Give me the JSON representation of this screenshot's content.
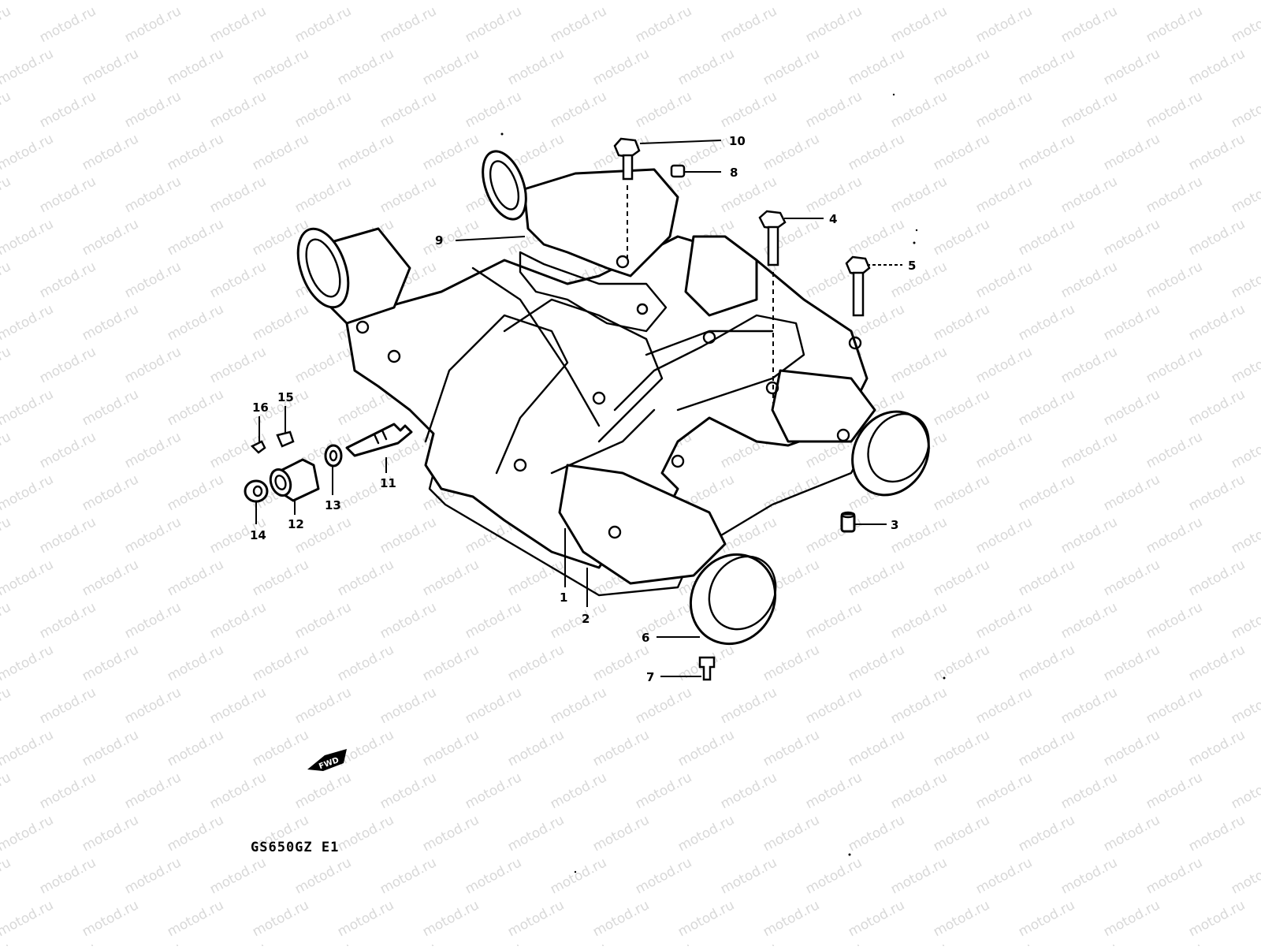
{
  "watermark": {
    "text": "motod.ru"
  },
  "diagram": {
    "model_code": "GS650GZ  E1",
    "fwd_marker": "FWD",
    "callouts": [
      {
        "id": "1",
        "label": "1"
      },
      {
        "id": "2",
        "label": "2"
      },
      {
        "id": "3",
        "label": "3"
      },
      {
        "id": "4",
        "label": "4"
      },
      {
        "id": "5",
        "label": "5"
      },
      {
        "id": "6",
        "label": "6"
      },
      {
        "id": "7",
        "label": "7"
      },
      {
        "id": "8",
        "label": "8"
      },
      {
        "id": "9",
        "label": "9"
      },
      {
        "id": "10",
        "label": "10"
      },
      {
        "id": "11",
        "label": "11"
      },
      {
        "id": "12",
        "label": "12"
      },
      {
        "id": "13",
        "label": "13"
      },
      {
        "id": "14",
        "label": "14"
      },
      {
        "id": "15",
        "label": "15"
      },
      {
        "id": "16",
        "label": "16"
      }
    ]
  }
}
